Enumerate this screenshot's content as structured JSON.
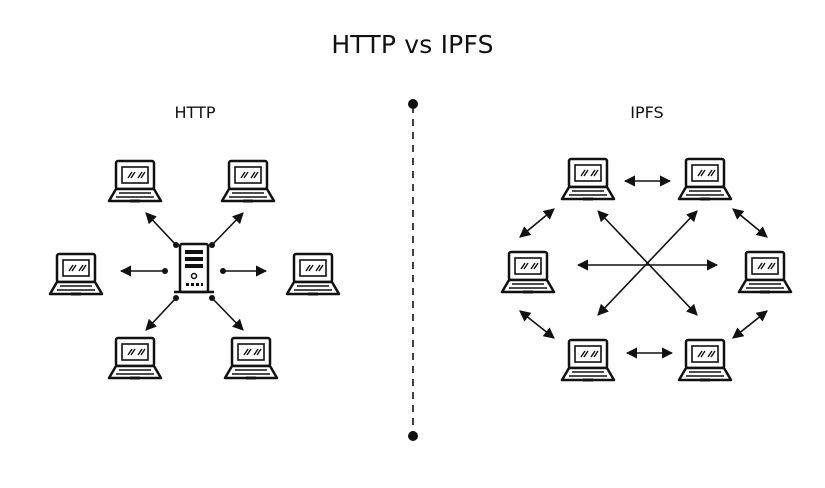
{
  "title": "HTTP vs IPFS",
  "http": {
    "label": "HTTP"
  },
  "ipfs": {
    "label": "IPFS"
  },
  "colors": {
    "stroke": "#111111",
    "background": "#ffffff"
  }
}
